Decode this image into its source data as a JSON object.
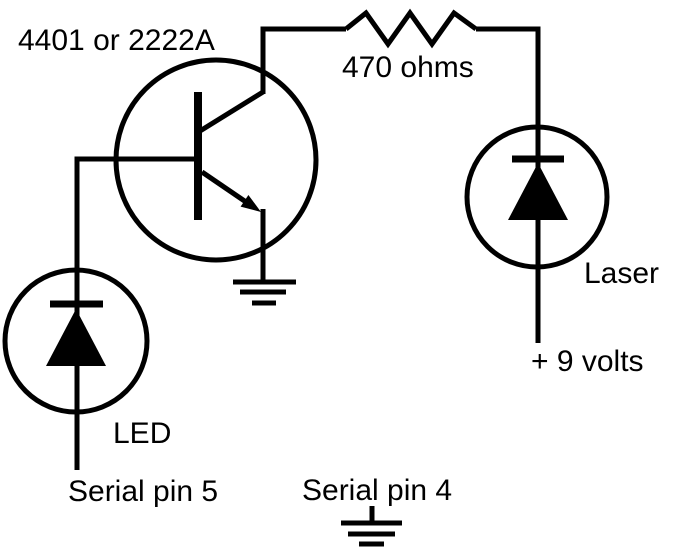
{
  "page": {
    "kind": "circuit-schematic",
    "background": "#ffffff",
    "line_color": "#000000",
    "text_color": "#000000"
  },
  "labels": {
    "transistor": "4401 or 2222A",
    "resistor": "470 ohms",
    "laser": "Laser",
    "power": "+ 9 volts",
    "led": "LED",
    "serial_pin_5": "Serial pin 5",
    "serial_pin_4": "Serial pin 4"
  }
}
